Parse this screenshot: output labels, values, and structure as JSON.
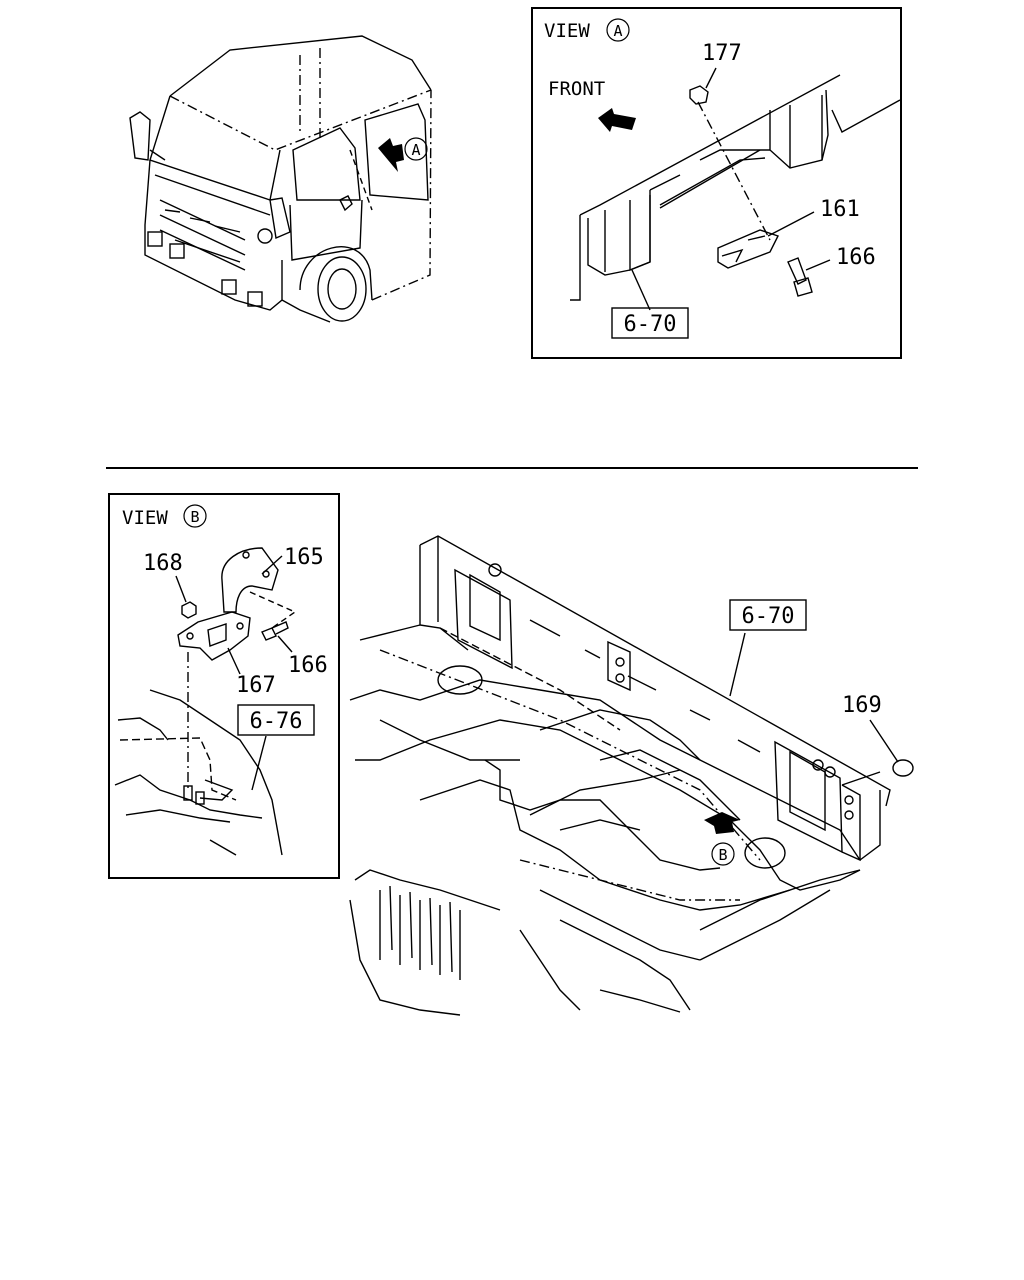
{
  "view_a": {
    "title": "VIEW",
    "marker": "A",
    "front_label": "FRONT",
    "callouts": [
      "177",
      "161",
      "166"
    ],
    "ref_box": "6-70"
  },
  "truck": {
    "view_marker": "A"
  },
  "view_b": {
    "title": "VIEW",
    "marker": "B",
    "callouts": [
      "168",
      "165",
      "166",
      "167"
    ],
    "ref_box": "6-76"
  },
  "floor": {
    "ref_box": "6-70",
    "callout": "169",
    "view_marker": "B"
  }
}
